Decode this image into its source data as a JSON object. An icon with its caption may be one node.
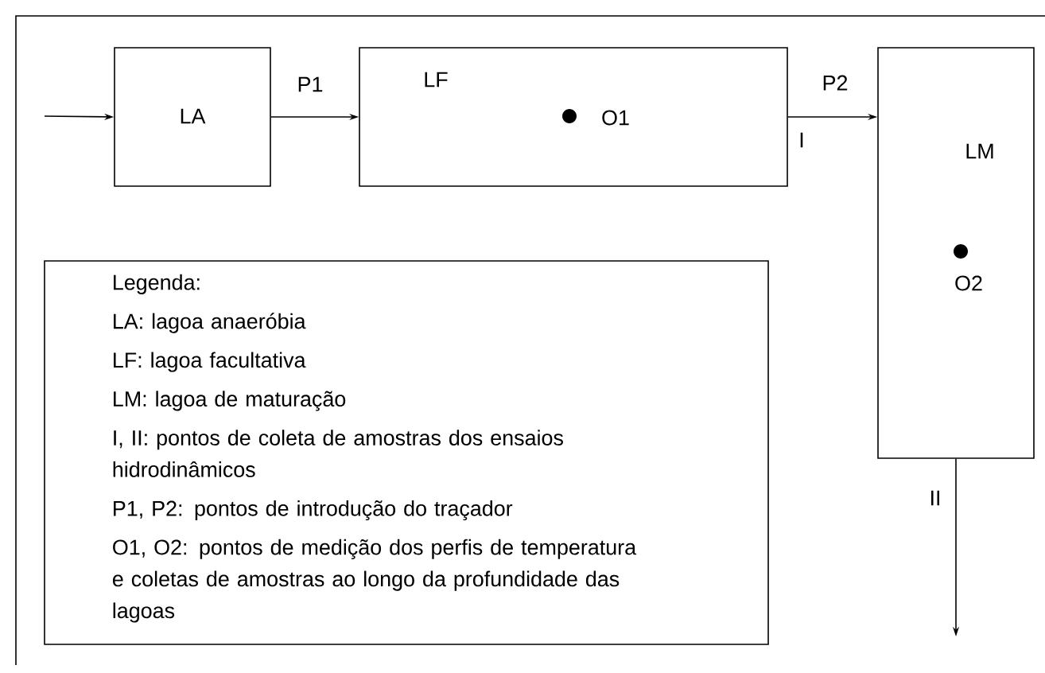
{
  "diagram": {
    "nodes": [
      {
        "text": [
          "LA"
        ]
      },
      {
        "text": [
          "LF"
        ]
      },
      {
        "text": [
          "LM"
        ]
      },
      {
        "text": [
          "Legenda:",
          "LA: lagoa anaeróbia",
          "LF: lagoa facultativa",
          "LM: lagoa de maturação",
          "I, II: pontos de coleta de amostras dos ensaios hidrodinâmicos",
          "P1, P2: pontos de introdução do traçador",
          "O1, O2: pontos de medição dos perfis de temperatura e coletas de amostras ao longo da profundidade das lagoas"
        ]
      }
    ],
    "edges": [
      {
        "from": null,
        "to": 0,
        "arrow": "to"
      },
      {
        "from": 0,
        "to": 1,
        "arrow": "to",
        "label": "P1"
      },
      {
        "from": 1,
        "to": 2,
        "arrow": "to",
        "label": "P2"
      },
      {
        "from": 2,
        "to": null,
        "arrow": "to",
        "label": "II"
      }
    ],
    "labels": [
      "O1",
      "I",
      "O2"
    ]
  }
}
